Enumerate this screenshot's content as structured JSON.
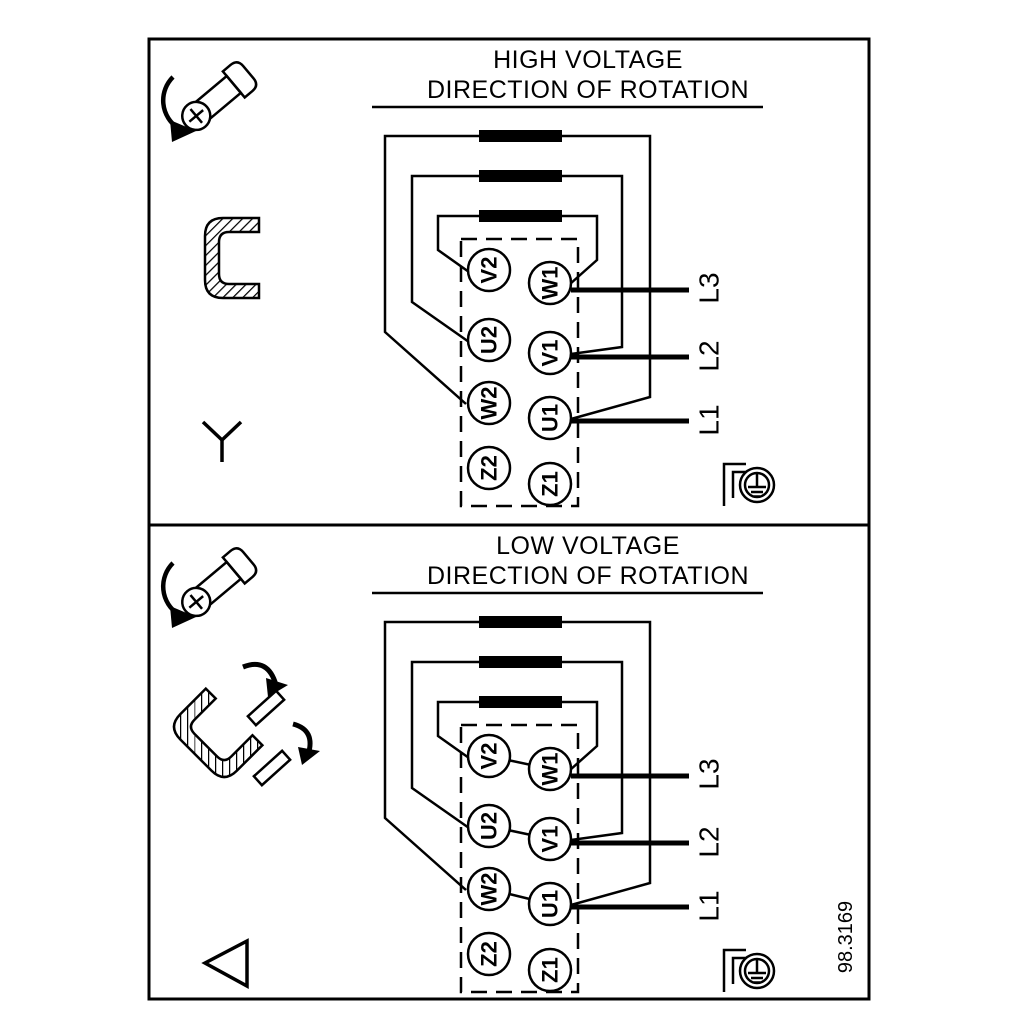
{
  "figure": {
    "number": "98.3169"
  },
  "colors": {
    "line": "#000000",
    "background": "#ffffff"
  },
  "panels": {
    "high": {
      "title": "HIGH VOLTAGE",
      "subtitle": "DIRECTION OF ROTATION",
      "connection": "star",
      "terminals": {
        "left": [
          "V2",
          "U2",
          "W2",
          "Z2"
        ],
        "right": [
          "W1",
          "V1",
          "U1",
          "Z1"
        ]
      },
      "supply_lines": [
        "L3",
        "L2",
        "L1"
      ]
    },
    "low": {
      "title": "LOW VOLTAGE",
      "subtitle": "DIRECTION OF ROTATION",
      "connection": "delta",
      "terminals": {
        "left": [
          "V2",
          "U2",
          "W2",
          "Z2"
        ],
        "right": [
          "W1",
          "V1",
          "U1",
          "Z1"
        ]
      },
      "supply_lines": [
        "L3",
        "L2",
        "L1"
      ]
    }
  },
  "icons": {
    "screw": "screw-with-rotation-arrow",
    "link_installed": "terminal-link-bridge",
    "star": "star-connection-symbol",
    "links_removed": "terminal-links-removed",
    "delta": "delta-connection-symbol",
    "ground": "earth-ground-terminal"
  }
}
